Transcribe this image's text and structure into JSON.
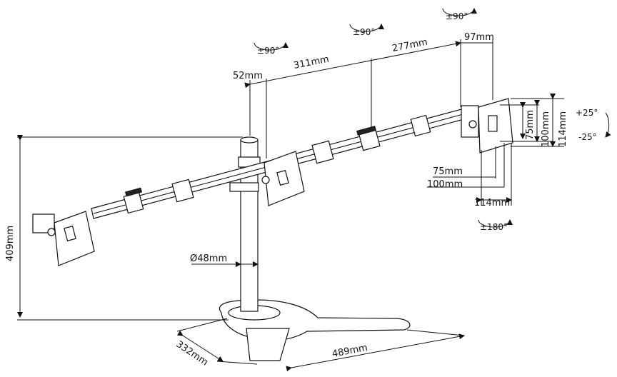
{
  "dimensions": {
    "d52": "52mm",
    "d311": "311mm",
    "d277": "277mm",
    "d97": "97mm",
    "d409": "409mm",
    "d48": "Ø48mm",
    "d332": "332mm",
    "d489": "489mm",
    "d75v": "75mm",
    "d100v": "100mm",
    "d114v": "114mm",
    "d75h": "75mm",
    "d100h": "100mm",
    "d114h": "114mm"
  },
  "rotations": {
    "left_swivel": "±90°",
    "center_swivel": "±90°",
    "right_swivel": "±90°",
    "rotate": "±180°",
    "tilt_up": "+25°",
    "tilt_down": "-25°"
  }
}
